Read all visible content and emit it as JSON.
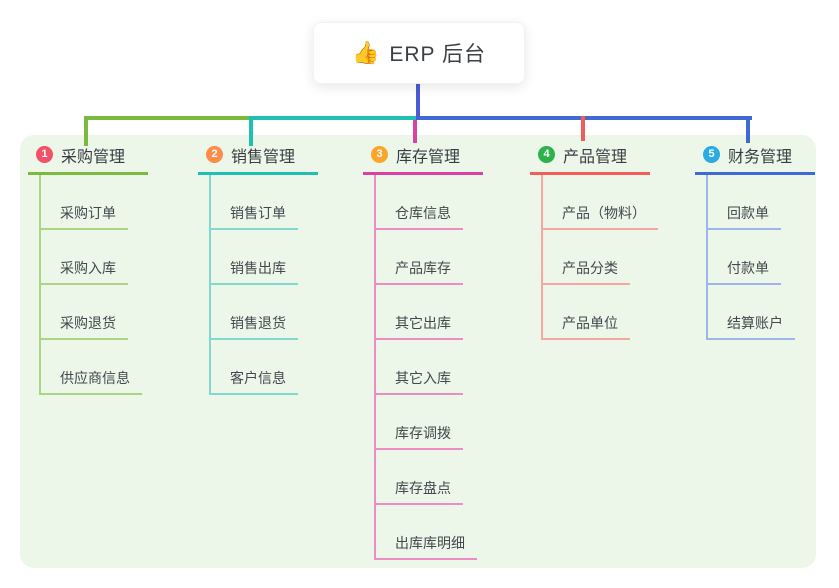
{
  "root": {
    "icon": "👍",
    "title": "ERP 后台"
  },
  "colors": {
    "panel_background": "#ecf7ea",
    "root_stem": "#4b5bd3"
  },
  "branches": [
    {
      "badge": "1",
      "title": "采购管理",
      "colors": {
        "main": "#7cb93f",
        "light": "#a9d584",
        "badge": "#f25268"
      },
      "children": [
        "采购订单",
        "采购入库",
        "采购退货",
        "供应商信息"
      ]
    },
    {
      "badge": "2",
      "title": "销售管理",
      "colors": {
        "main": "#1fc0b1",
        "light": "#82d8cd",
        "badge": "#fb8c49"
      },
      "children": [
        "销售订单",
        "销售出库",
        "销售退货",
        "客户信息"
      ]
    },
    {
      "badge": "3",
      "title": "库存管理",
      "colors": {
        "main": "#da41a0",
        "light": "#ef8cc3",
        "badge": "#f9a62a"
      },
      "children": [
        "仓库信息",
        "产品库存",
        "其它出库",
        "其它入库",
        "库存调拨",
        "库存盘点",
        "出库库明细"
      ]
    },
    {
      "badge": "4",
      "title": "产品管理",
      "colors": {
        "main": "#f25e57",
        "light": "#f6a7a1",
        "badge": "#2eb24c"
      },
      "children": [
        "产品（物料）",
        "产品分类",
        "产品单位"
      ]
    },
    {
      "badge": "5",
      "title": "财务管理",
      "colors": {
        "main": "#4169d6",
        "light": "#9db5ea",
        "badge": "#2aabe2"
      },
      "children": [
        "回款单",
        "付款单",
        "结算账户"
      ]
    }
  ]
}
